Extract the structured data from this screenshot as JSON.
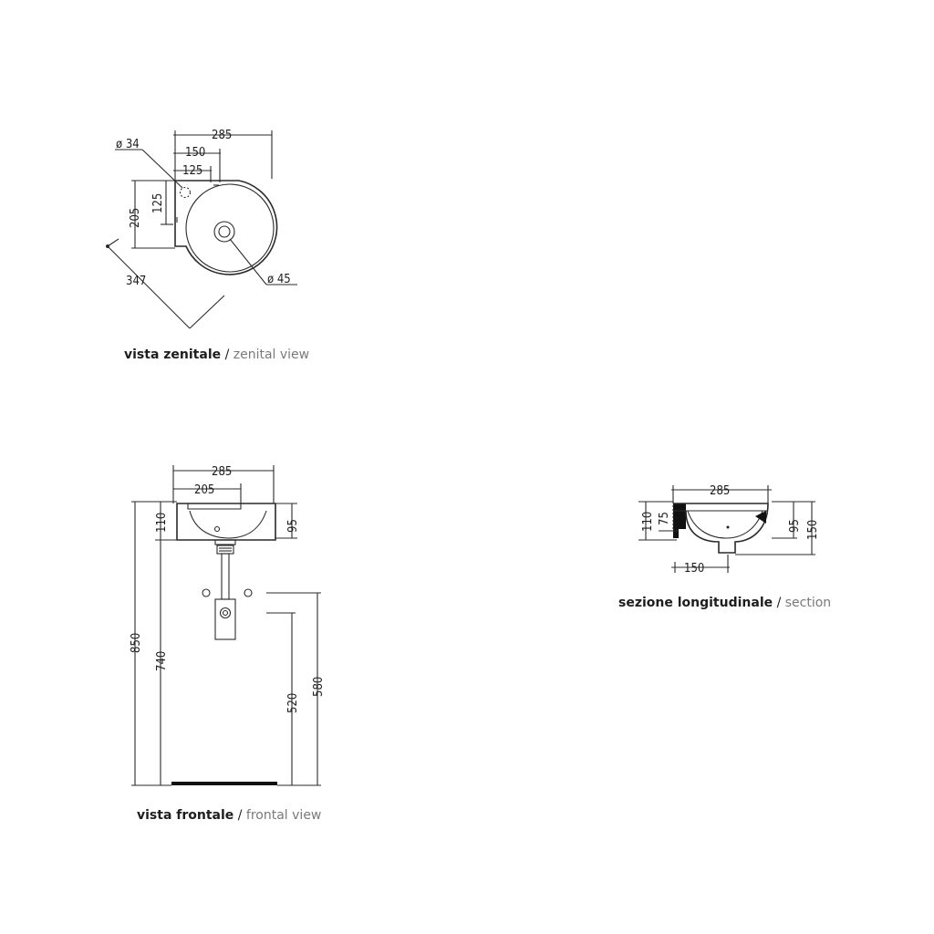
{
  "views": {
    "zenital": {
      "caption_it": "vista zenitale",
      "caption_sep": " / ",
      "caption_en": "zenital view",
      "dims": {
        "total_width": "285",
        "tap_to_wall": "150",
        "tap_offset": "125",
        "depth": "205",
        "tap_depth": "125",
        "diagonal": "347",
        "tap_hole": "ø 34",
        "drain_hole": "ø 45"
      }
    },
    "frontal": {
      "caption_it": "vista frontale",
      "caption_sep": " / ",
      "caption_en": "frontal view",
      "dims": {
        "total_width": "285",
        "wall_width": "205",
        "basin_height": "110",
        "bowl_height": "95",
        "top_height": "850",
        "bottom_height": "740",
        "waste_height_low": "520",
        "waste_height_high": "580"
      }
    },
    "section": {
      "caption_it": "sezione longitudinale",
      "caption_sep": " / ",
      "caption_en": "section",
      "dims": {
        "total_width": "285",
        "basin_height": "110",
        "inner_depth": "75",
        "bowl_height": "95",
        "overall_height": "150",
        "waste_width": "150"
      }
    }
  }
}
